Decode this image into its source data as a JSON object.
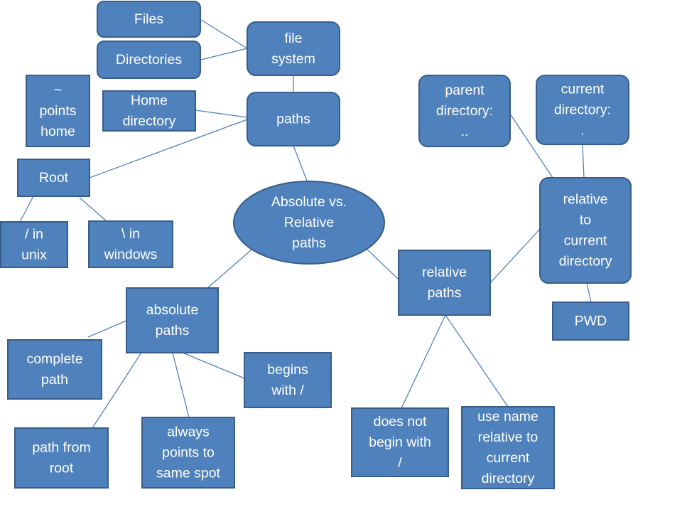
{
  "colors": {
    "node_fill": "#4f81bd",
    "node_stroke": "#385d8a",
    "line": "#4a7ebb",
    "text": "#ffffff",
    "background": "#ffffff"
  },
  "nodes": {
    "files": [
      "Files"
    ],
    "directories": [
      "Directories"
    ],
    "file_system": [
      "file",
      "system"
    ],
    "paths": [
      "paths"
    ],
    "points_home": [
      "~",
      "points",
      "home"
    ],
    "home_directory": [
      "Home",
      "directory"
    ],
    "root": [
      "Root"
    ],
    "slash_unix": [
      "/ in",
      "unix"
    ],
    "backslash_windows": [
      "\\ in",
      "windows"
    ],
    "center": [
      "Absolute vs.",
      "Relative",
      "paths"
    ],
    "absolute_paths": [
      "absolute",
      "paths"
    ],
    "complete_path": [
      "complete",
      "path"
    ],
    "path_from_root": [
      "path from",
      "root"
    ],
    "always_same_spot": [
      "always",
      "points to",
      "same spot"
    ],
    "begins_with_slash": [
      "begins",
      "with /"
    ],
    "relative_paths": [
      "relative",
      "paths"
    ],
    "does_not_begin": [
      "does not",
      "begin with",
      "/"
    ],
    "use_name_relative": [
      "use name",
      "relative to",
      "current",
      "directory"
    ],
    "relative_to_current": [
      "relative",
      "to",
      "current",
      "directory"
    ],
    "parent_directory": [
      "parent",
      "directory:",
      ".."
    ],
    "current_directory": [
      "current",
      "directory:",
      "."
    ],
    "pwd": [
      "PWD"
    ]
  },
  "edges": [
    [
      "files",
      "file_system"
    ],
    [
      "directories",
      "file_system"
    ],
    [
      "file_system",
      "paths"
    ],
    [
      "home_directory",
      "paths"
    ],
    [
      "root",
      "paths"
    ],
    [
      "root",
      "slash_unix"
    ],
    [
      "root",
      "backslash_windows"
    ],
    [
      "paths",
      "center"
    ],
    [
      "center",
      "absolute_paths"
    ],
    [
      "center",
      "relative_paths"
    ],
    [
      "absolute_paths",
      "complete_path"
    ],
    [
      "absolute_paths",
      "path_from_root"
    ],
    [
      "absolute_paths",
      "always_same_spot"
    ],
    [
      "absolute_paths",
      "begins_with_slash"
    ],
    [
      "relative_paths",
      "does_not_begin"
    ],
    [
      "relative_paths",
      "use_name_relative"
    ],
    [
      "relative_paths",
      "relative_to_current"
    ],
    [
      "relative_to_current",
      "parent_directory"
    ],
    [
      "relative_to_current",
      "current_directory"
    ],
    [
      "relative_to_current",
      "pwd"
    ]
  ]
}
